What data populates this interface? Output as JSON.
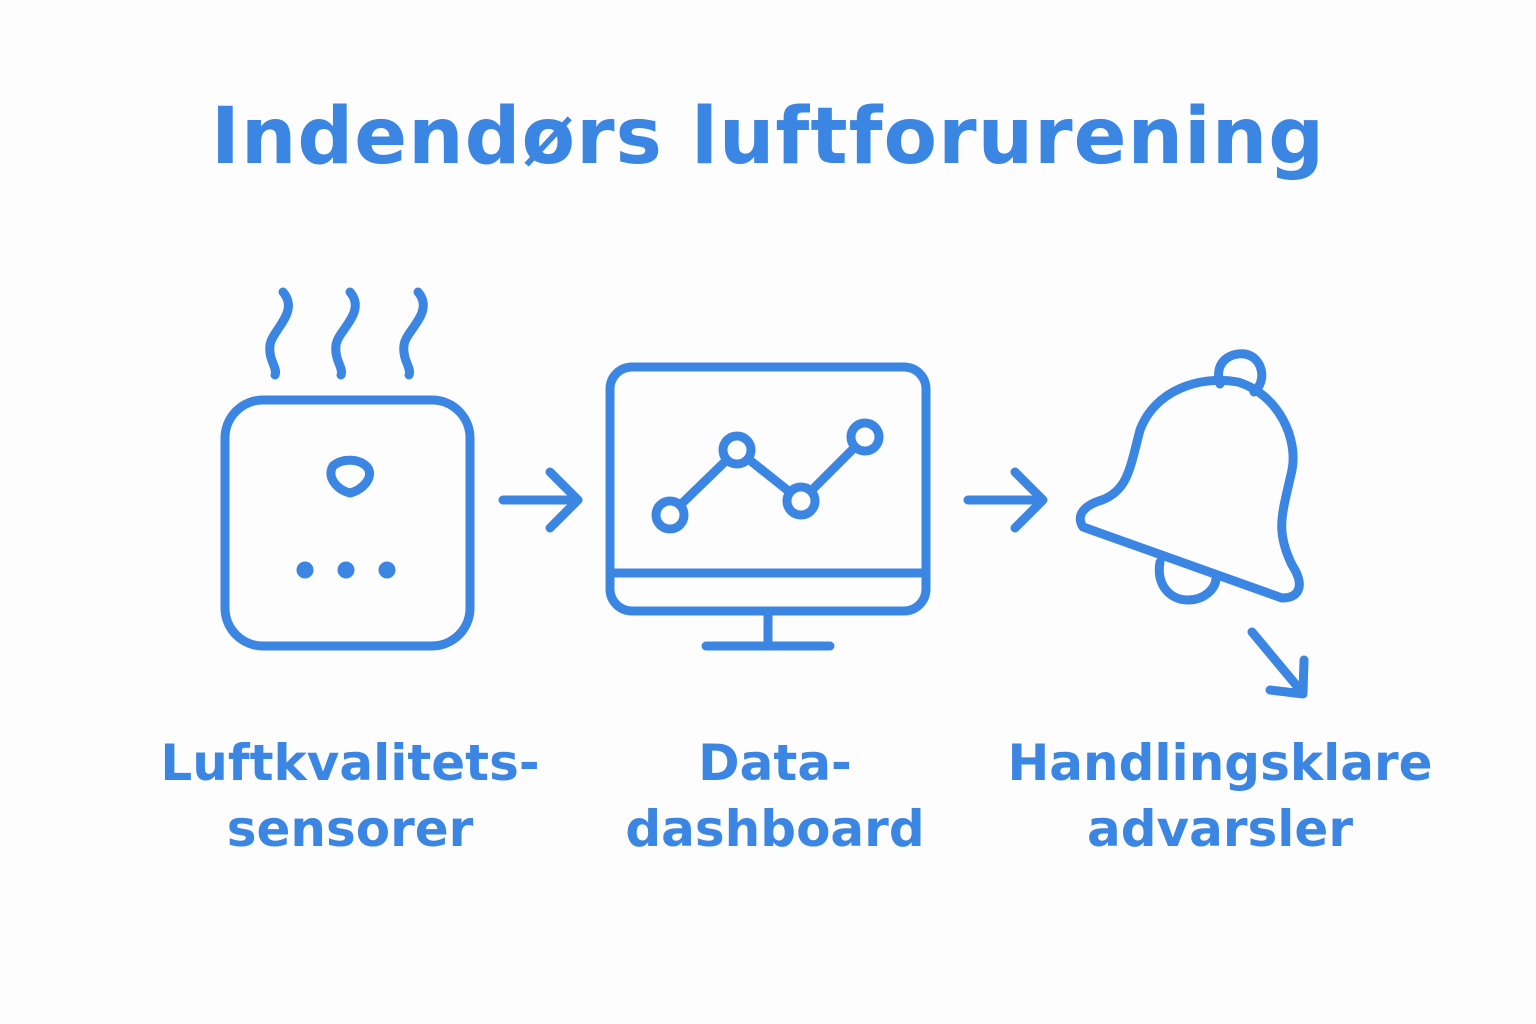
{
  "title": "Indendørs luftforurening",
  "colors": {
    "accent": "#3b86e3",
    "background": "#fdfdfd"
  },
  "steps": [
    {
      "icon": "air-quality-sensor-icon",
      "label_lines": [
        "Luftkvalitets-",
        "sensorer"
      ]
    },
    {
      "icon": "monitor-chart-icon",
      "label_lines": [
        "Data-",
        "dashboard"
      ]
    },
    {
      "icon": "bell-icon",
      "label_lines": [
        "Handlingsklare",
        "advarsler"
      ]
    }
  ]
}
